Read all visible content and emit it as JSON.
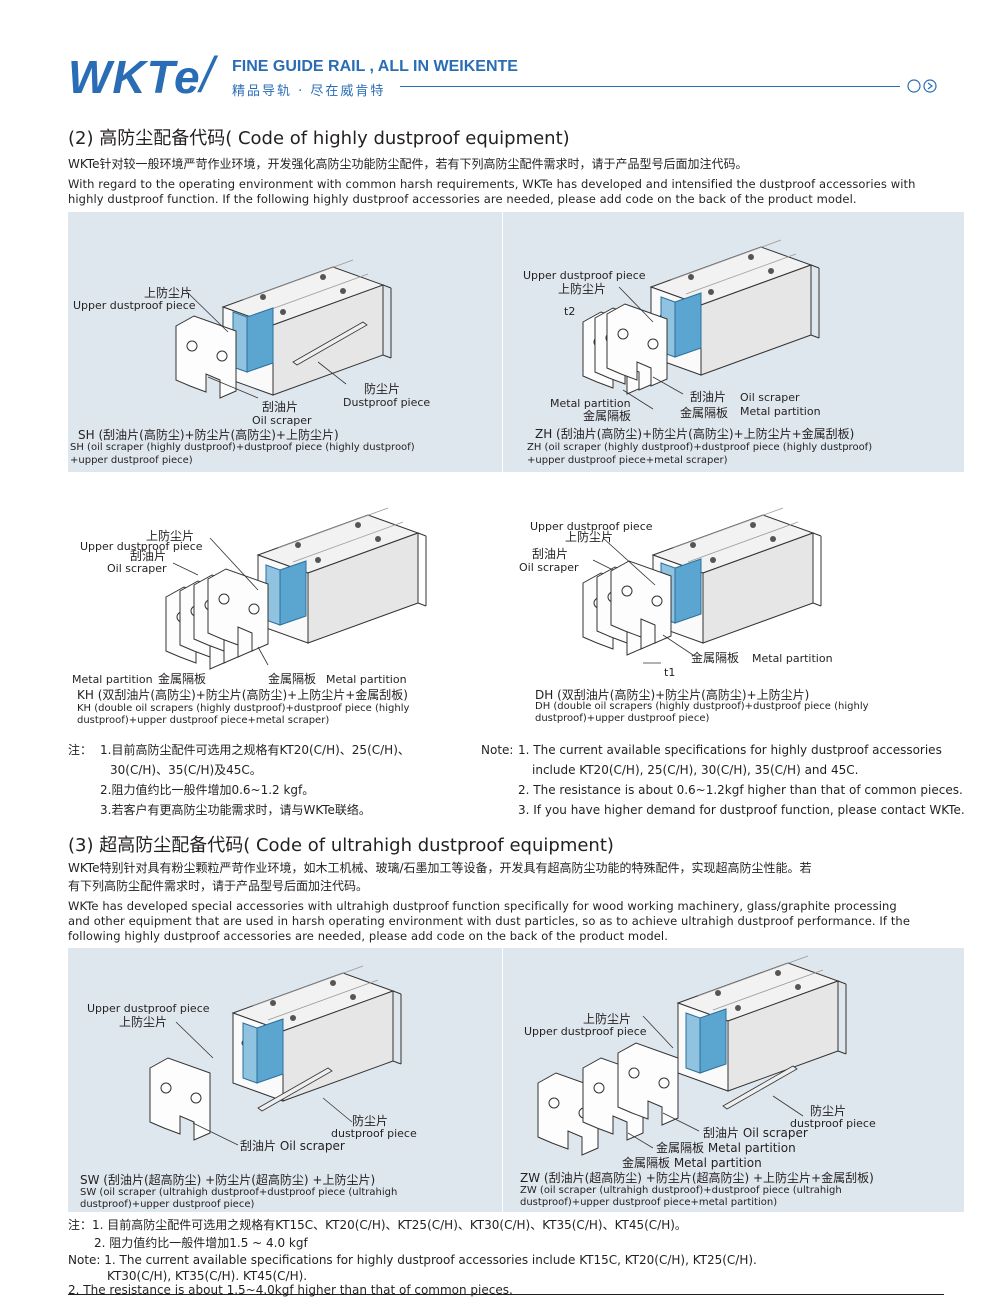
{
  "header": {
    "logo": "WKTe",
    "slash": "/",
    "tagline_en": "FINE GUIDE RAIL , ALL IN WEIKENTE",
    "tagline_cn": "精品导轨 · 尽在威肯特"
  },
  "section2": {
    "title": "(2) 高防尘配备代码( Code of highly dustproof equipment)",
    "intro_cn": "WKTe针对较一般环境严苛作业环境，开发强化高防尘功能防尘配件，若有下列高防尘配件需求时，请于产品型号后面加注代码。",
    "intro_en_1": "With regard to the operating environment with common harsh requirements, WKTe has developed and intensified the dustproof accessories with",
    "intro_en_2": "highly dustproof function. If the following highly dustproof accessories are needed, please add code on the back of the product model.",
    "sh": {
      "label_upper_cn": "上防尘片",
      "label_upper_en": "Upper dustproof piece",
      "label_dust_cn": "防尘片",
      "label_dust_en": "Dustproof piece",
      "label_scraper_cn": "刮油片",
      "label_scraper_en": "Oil scraper",
      "caption_cn": "SH (刮油片(高防尘)+防尘片(高防尘)+上防尘片)",
      "caption_en_1": "SH (oil scraper (highly dustproof)+dustproof piece (highly dustproof)",
      "caption_en_2": "+upper dustproof piece)"
    },
    "zh": {
      "label_upper_en": "Upper dustproof piece",
      "label_upper_cn": "上防尘片",
      "label_t2": "t2",
      "label_scraper_cn": "刮油片",
      "label_scraper_en": "Oil scraper",
      "label_metal_en": "Metal partition",
      "label_metal_cn": "金属隔板",
      "label_metal2_cn": "金属隔板",
      "label_metal2_en": "Metal partition",
      "caption_cn": "ZH (刮油片(高防尘)+防尘片(高防尘)+上防尘片+金属刮板)",
      "caption_en_1": "ZH (oil scraper (highly dustproof)+dustproof piece (highly dustproof)",
      "caption_en_2": "+upper dustproof piece+metal scraper)"
    },
    "kh": {
      "label_upper_cn": "上防尘片",
      "label_upper_en": "Upper dustproof piece",
      "label_scraper_cn": "刮油片",
      "label_scraper_en": "Oil scraper",
      "label_metal_en": "Metal partition",
      "label_metal_cn": "金属隔板",
      "label_metal2_cn": "金属隔板",
      "label_metal2_en": "Metal partition",
      "caption_cn": "KH (双刮油片(高防尘)+防尘片(高防尘)+上防尘片+金属刮板)",
      "caption_en_1": "KH (double oil scrapers (highly dustproof)+dustproof piece (highly",
      "caption_en_2": "dustproof)+upper dustproof piece+metal scraper)"
    },
    "dh": {
      "label_upper_en": "Upper dustproof piece",
      "label_upper_cn": "上防尘片",
      "label_scraper_cn": "刮油片",
      "label_scraper_en": "Oil scraper",
      "label_metal_cn": "金属隔板",
      "label_metal_en": "Metal partition",
      "label_t1": "t1",
      "caption_cn": "DH (双刮油片(高防尘)+防尘片(高防尘)+上防尘片)",
      "caption_en_1": "DH (double oil scrapers (highly dustproof)+dustproof piece (highly",
      "caption_en_2": "dustproof)+upper dustproof piece)"
    },
    "notes_cn": {
      "prefix": "注：",
      "n1a": "1.目前高防尘配件可选用之规格有KT20(C/H)、25(C/H)、",
      "n1b": "30(C/H)、35(C/H)及45C。",
      "n2": "2.阻力值约比一般件增加0.6~1.2 kgf。",
      "n3": "3.若客户有更高防尘功能需求时，请与WKTe联络。"
    },
    "notes_en": {
      "prefix": "Note:",
      "n1a": "1. The current available specifications for highly dustproof accessories",
      "n1b": "include KT20(C/H), 25(C/H), 30(C/H), 35(C/H) and 45C.",
      "n2": "2. The resistance is about 0.6~1.2kgf higher than that of common pieces.",
      "n3": "3. If you have higher demand for dustproof function, please contact WKTe."
    }
  },
  "section3": {
    "title": "(3) 超高防尘配备代码( Code of ultrahigh dustproof equipment)",
    "intro_cn_1": "WKTe特别针对具有粉尘颗粒严苛作业环境，如木工机械、玻璃/石墨加工等设备，开发具有超高防尘功能的特殊配件，实现超高防尘性能。若",
    "intro_cn_2": "有下列高防尘配件需求时，请于产品型号后面加注代码。",
    "intro_en_1": "WKTe has developed special accessories with ultrahigh dustproof function specifically for wood working machinery, glass/graphite processing",
    "intro_en_2": "and other equipment that are used in harsh operating environment with dust particles, so as to achieve ultrahigh dustproof performance. If the",
    "intro_en_3": "following highly dustproof accessories are needed, please add code on the back of the product model.",
    "sw": {
      "label_upper_en": "Upper dustproof piece",
      "label_upper_cn": "上防尘片",
      "label_dust_cn": "防尘片",
      "label_dust_en": "dustproof piece",
      "label_scraper": "刮油片 Oil scraper",
      "caption_cn": "SW (刮油片(超高防尘) +防尘片(超高防尘) +上防尘片)",
      "caption_en_1": "SW (oil scraper (ultrahigh dustproof+dustproof piece (ultrahigh",
      "caption_en_2": "dustproof)+upper dustproof piece)"
    },
    "zw": {
      "label_upper_cn": "上防尘片",
      "label_upper_en": "Upper dustproof piece",
      "label_dust_cn": "防尘片",
      "label_dust_en": "dustproof piece",
      "label_scraper": "刮油片 Oil scraper",
      "label_metal_a": "金属隔板 Metal partition",
      "label_metal_b": "金属隔板 Metal partition",
      "caption_cn": "ZW (刮油片(超高防尘) +防尘片(超高防尘) +上防尘片+金属刮板)",
      "caption_en_1": "ZW (oil scraper (ultrahigh dustproof)+dustproof piece (ultrahigh",
      "caption_en_2": "dustproof)+upper dustproof piece+metal partition)"
    },
    "notes_cn": {
      "n1": "注：1. 目前高防尘配件可选用之规格有KT15C、KT20(C/H)、KT25(C/H)、KT30(C/H)、KT35(C/H)、KT45(C/H)。",
      "n2": "2. 阻力值约比一般件增加1.5 ~ 4.0 kgf"
    },
    "notes_en": {
      "n1a": "Note: 1. The current available specifications for highly dustproof accessories include KT15C, KT20(C/H), KT25(C/H).",
      "n1b": "KT30(C/H), KT35(C/H). KT45(C/H).",
      "n2": "2. The resistance is about 1.5~4.0kgf higher than that of common pieces."
    }
  }
}
